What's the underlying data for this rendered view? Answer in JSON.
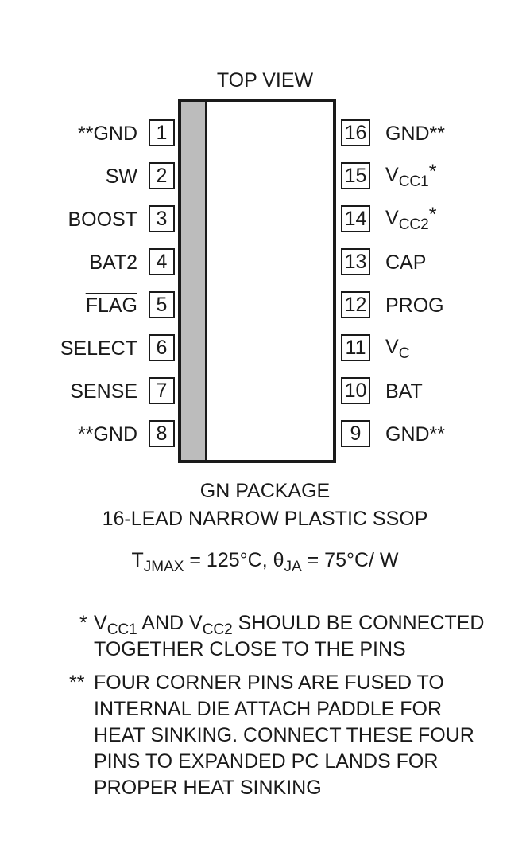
{
  "diagram": {
    "title": "TOP VIEW",
    "pins_left": [
      {
        "num": "1",
        "label": "**GND"
      },
      {
        "num": "2",
        "label": "SW"
      },
      {
        "num": "3",
        "label": "BOOST"
      },
      {
        "num": "4",
        "label": "BAT2"
      },
      {
        "num": "5",
        "label": "FLAG"
      },
      {
        "num": "6",
        "label": "SELECT"
      },
      {
        "num": "7",
        "label": "SENSE"
      },
      {
        "num": "8",
        "label": "**GND"
      }
    ],
    "pins_right": [
      {
        "num": "16",
        "label": "GND**"
      },
      {
        "num": "15",
        "label_main": "V",
        "label_sub": "CC1",
        "label_suffix": "*"
      },
      {
        "num": "14",
        "label_main": "V",
        "label_sub": "CC2",
        "label_suffix": "*"
      },
      {
        "num": "13",
        "label": "CAP"
      },
      {
        "num": "12",
        "label": "PROG"
      },
      {
        "num": "11",
        "label_main": "V",
        "label_sub": "C",
        "label_suffix": ""
      },
      {
        "num": "10",
        "label": "BAT"
      },
      {
        "num": "9",
        "label": "GND**"
      }
    ],
    "package_line1": "GN PACKAGE",
    "package_line2": "16-LEAD NARROW PLASTIC SSOP",
    "thermal": {
      "t_main": "T",
      "t_sub": "JMAX",
      "t_rest": " = 125°C, θ",
      "theta_sub": "JA",
      "theta_rest": " = 75°C/ W"
    },
    "notes": [
      {
        "mark": "*",
        "line1_a": "V",
        "line1_sub1": "CC1",
        "line1_b": " AND V",
        "line1_sub2": "CC2",
        "line1_c": " SHOULD BE CONNECTED",
        "line2": "TOGETHER CLOSE TO THE PINS"
      },
      {
        "mark": "**",
        "lines": [
          "FOUR CORNER PINS ARE FUSED TO",
          "INTERNAL DIE ATTACH PADDLE FOR",
          "HEAT SINKING. CONNECT THESE FOUR",
          "PINS TO EXPANDED PC LANDS FOR",
          "PROPER HEAT SINKING"
        ]
      }
    ]
  }
}
